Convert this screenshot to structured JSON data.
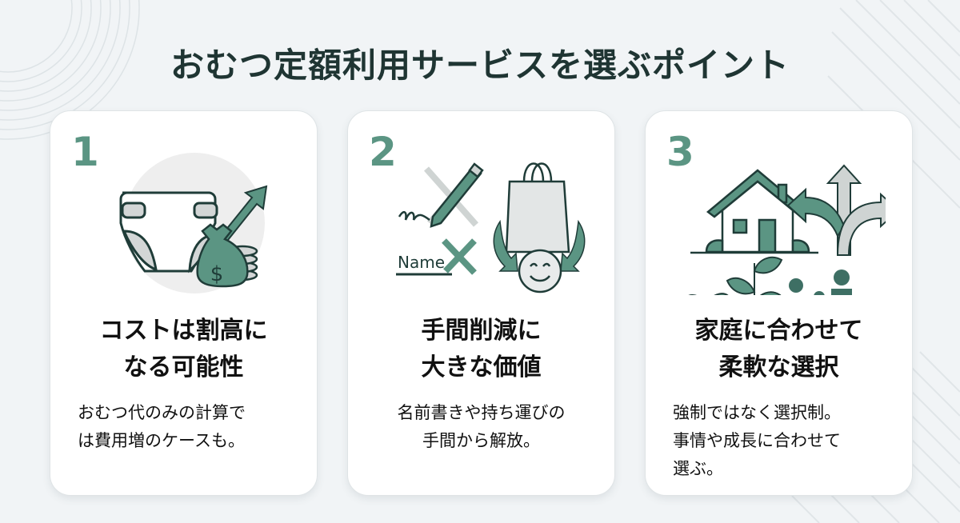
{
  "title": "おむつ定額利用サービスを選ぶポイント",
  "colors": {
    "accent": "#5b9583",
    "accent_dark": "#1f4a44",
    "title": "#1f3533",
    "background": "#f1f4f6",
    "card": "#ffffff"
  },
  "points": [
    {
      "number": "1",
      "heading": "コストは割高に\nなる可能性",
      "description": "おむつ代のみの計算で\nは費用増のケースも。",
      "icons": [
        "diaper-icon",
        "money-bag-icon",
        "coins-icon",
        "up-arrow-icon"
      ]
    },
    {
      "number": "2",
      "heading": "手間削減に\n大きな価値",
      "description": "名前書きや持ち運びの\n手間から解放。",
      "icon_label": "Name",
      "icons": [
        "pen-icon",
        "cross-icon",
        "shopping-bag-icon",
        "smiley-icon",
        "curved-arrow-icon"
      ]
    },
    {
      "number": "3",
      "heading": "家庭に合わせて\n柔軟な選択",
      "description": "強制ではなく選択制。\n事情や成長に合わせて\n選ぶ。",
      "icons": [
        "house-icon",
        "branching-arrows-icon",
        "sprout-icon",
        "family-icon"
      ]
    }
  ]
}
